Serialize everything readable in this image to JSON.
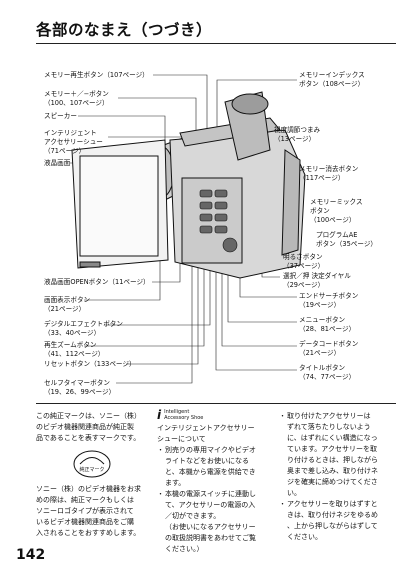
{
  "title": "各部のなまえ（つづき）",
  "page_number": "142",
  "left_labels": [
    {
      "line1": "メモリー再生ボタン（107ページ）",
      "line2": ""
    },
    {
      "line1": "メモリー＋／−ボタン",
      "line2": "（100、107ページ）"
    },
    {
      "line1": "スピーカー",
      "line2": ""
    },
    {
      "line1": "インテリジェント",
      "line2": "アクセサリーシュー",
      "line3": "（71ページ）"
    },
    {
      "line1": "液晶画面",
      "line2": ""
    },
    {
      "line1": "液晶画面OPENボタン（11ページ）",
      "line2": ""
    },
    {
      "line1": "画面表示ボタン",
      "line2": "（21ページ）"
    },
    {
      "line1": "デジタルエフェクトボタン",
      "line2": "（33、40ページ）"
    },
    {
      "line1": "再生ズームボタン",
      "line2": "（41、112ページ）"
    },
    {
      "line1": "リセットボタン（133ページ）",
      "line2": ""
    },
    {
      "line1": "セルフタイマーボタン",
      "line2": "（19、26、99ページ）"
    }
  ],
  "right_labels": [
    {
      "line1": "メモリーインデックス",
      "line2": "ボタン（108ページ）"
    },
    {
      "line1": "視度調節つまみ",
      "line2": "（13ページ）"
    },
    {
      "line1": "メモリー消去ボタン",
      "line2": "（117ページ）"
    },
    {
      "line1": "メモリーミックス",
      "line2": "ボタン",
      "line3": "（100ページ）"
    },
    {
      "line1": "プログラムAE",
      "line2": "ボタン（35ページ）"
    },
    {
      "line1": "明るさボタン",
      "line2": "（37ページ）"
    },
    {
      "line1": "選択／押 決定ダイヤル",
      "line2": "（29ページ）"
    },
    {
      "line1": "エンドサーチボタン",
      "line2": "（19ページ）"
    },
    {
      "line1": "メニューボタン",
      "line2": "（28、81ページ）"
    },
    {
      "line1": "データコードボタン",
      "line2": "（21ページ）"
    },
    {
      "line1": "タイトルボタン",
      "line2": "（74、77ページ）"
    }
  ],
  "notes": {
    "col1": {
      "para1": [
        "この純正マークは、ソニー（株）",
        "のビデオ機器関連商品が純正製",
        "品であることを表すマークです。"
      ],
      "logo_text": "純正マーク",
      "para2": [
        "ソニー（株）のビデオ機器をお求",
        "めの際は、純正マークもしくは",
        "ソニーロゴタイプが表示されて",
        "いるビデオ機器関連商品をご購",
        "入されることをおすすめします。"
      ]
    },
    "col2": {
      "logo_line1": "Intelligent",
      "logo_line2": "Accessory Shoe",
      "heading": [
        "インテリジェントアクセサリー",
        "シューについて"
      ],
      "bullets": [
        [
          "別売りの専用マイクやビデオ",
          "ライトなどをお使いになる",
          "と、本機から電源を供給でき",
          "ます。"
        ],
        [
          "本機の電源スイッチに連動し",
          "て、アクセサリーの電源の入",
          "／切ができます。",
          "（お使いになるアクセサリー",
          "の取扱説明書をあわせてご覧",
          "ください。）"
        ]
      ]
    },
    "col3": {
      "bullets": [
        [
          "取り付けたアクセサリーは",
          "ずれて落ちたりしないよう",
          "に、はずれにくい構造になっ",
          "ています。アクセサリーを取",
          "り付けるときは、押しながら",
          "奥まで差し込み、取り付けネ",
          "ジを確実に締めつけてくださ",
          "い。"
        ],
        [
          "アクセサリーを取りはずすと",
          "きは、取り付けネジをゆるめ",
          "、上から押しながらはずして",
          "ください。"
        ]
      ]
    }
  }
}
